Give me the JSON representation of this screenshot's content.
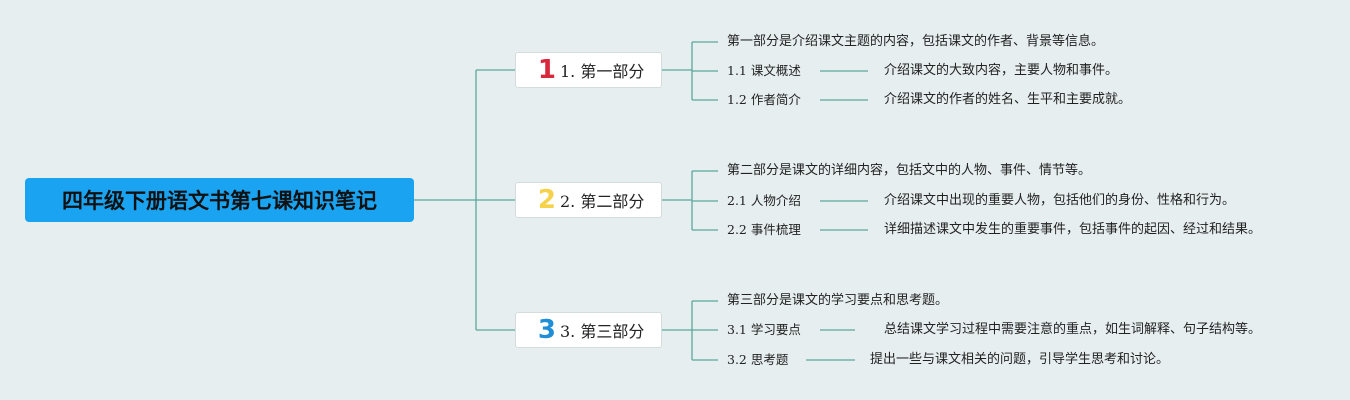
{
  "root": {
    "title": "四年级下册语文书第七课知识笔记"
  },
  "branches": [
    {
      "number": "1",
      "number_color": "#d8283c",
      "label": "1. 第一部分",
      "summary": "第一部分是介绍课文主题的内容，包括课文的作者、背景等信息。",
      "items": [
        {
          "label": "1.1 课文概述",
          "detail": "介绍课文的大致内容，主要人物和事件。"
        },
        {
          "label": "1.2 作者简介",
          "detail": "介绍课文的作者的姓名、生平和主要成就。"
        }
      ]
    },
    {
      "number": "2",
      "number_color": "#f5d24a",
      "label": "2. 第二部分",
      "summary": "第二部分是课文的详细内容，包括文中的人物、事件、情节等。",
      "items": [
        {
          "label": "2.1 人物介绍",
          "detail": "介绍课文中出现的重要人物，包括他们的身份、性格和行为。"
        },
        {
          "label": "2.2 事件梳理",
          "detail": "详细描述课文中发生的重要事件，包括事件的起因、经过和结果。"
        }
      ]
    },
    {
      "number": "3",
      "number_color": "#1f8ed6",
      "label": "3. 第三部分",
      "summary": "第三部分是课文的学习要点和思考题。",
      "items": [
        {
          "label": "3.1 学习要点",
          "detail": "总结课文学习过程中需要注意的重点，如生词解释、句子结构等。"
        },
        {
          "label": "3.2 思考题",
          "detail": "提出一些与课文相关的问题，引导学生思考和讨论。"
        }
      ]
    }
  ],
  "colors": {
    "connector": "#5aa89b",
    "root_bg": "#1aa3f0",
    "background": "#e7eef0"
  }
}
